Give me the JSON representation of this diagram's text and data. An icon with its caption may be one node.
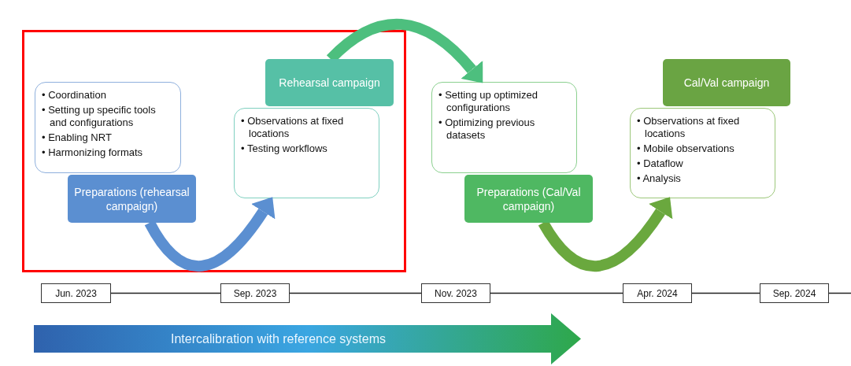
{
  "diagram": {
    "nodes": [
      {
        "text": [],
        "shape": "box"
      },
      {
        "text": [
          "• Coordination",
          "• Setting up specific tools and configurations",
          "• Enabling NRT",
          "• Harmonizing formats"
        ],
        "in": 0
      },
      {
        "text": [
          "Preparations (rehearsal campaign)"
        ],
        "in": 0
      },
      {
        "text": [
          "• Observations at fixed locations",
          "• Testing workflows"
        ],
        "in": 0
      },
      {
        "text": [
          "Rehearsal campaign"
        ],
        "in": 0
      },
      {
        "text": [
          "• Setting up optimized configurations",
          "• Optimizing previous datasets"
        ]
      },
      {
        "text": [
          "Preparations (Cal/Val campaign)"
        ]
      },
      {
        "text": [
          "• Observations at fixed locations",
          "• Mobile observations",
          "• Dataflow",
          "• Analysis"
        ]
      },
      {
        "text": [
          "Cal/Val campaign"
        ]
      },
      {
        "text": [
          "Jun. 2023"
        ]
      },
      {
        "text": [
          "Sep. 2023"
        ]
      },
      {
        "text": [
          "Nov. 2023"
        ]
      },
      {
        "text": [
          "Apr. 2024"
        ]
      },
      {
        "text": [
          "Sep. 2024"
        ]
      },
      {
        "text": [
          "Intercalibration with reference systems"
        ]
      }
    ],
    "edges": [
      {
        "from": 2,
        "to": 3,
        "arrow": "to",
        "style": "thick",
        "color": "#5b8fd1"
      },
      {
        "from": 4,
        "to": 5,
        "arrow": "to",
        "style": "thick",
        "color": "#4dbf7e"
      },
      {
        "from": 6,
        "to": 7,
        "arrow": "to",
        "style": "thick",
        "color": "#6aa83e"
      },
      {
        "from": 9,
        "to": 10,
        "arrow": "none"
      },
      {
        "from": 10,
        "to": 11,
        "arrow": "none"
      },
      {
        "from": 11,
        "to": 12,
        "arrow": "none"
      },
      {
        "from": 12,
        "to": 13,
        "arrow": "none"
      },
      {
        "from": 13,
        "to": null,
        "arrow": "none"
      }
    ]
  }
}
